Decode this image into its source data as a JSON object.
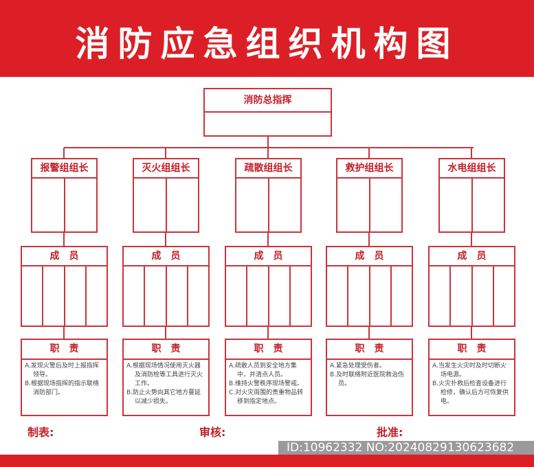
{
  "title": "消防应急组织机构图",
  "commander": "消防总指挥",
  "members_label": "成　员",
  "duty_label": "职　责",
  "groups": [
    {
      "leader": "报警组组长",
      "duties": [
        "A.发现火警后及时上报指挥领导。",
        "B.根据现场指挥的指示联络消防部门。"
      ]
    },
    {
      "leader": "灭火组组长",
      "duties": [
        "A.根据现场情况使用灭火器及消防栓等工具进行灭火工作。",
        "B.防止火势向其它地方蔓延以减少损失。"
      ]
    },
    {
      "leader": "疏散组组长",
      "duties": [
        "A.疏散人员到安全地方集中，并清点人员。",
        "B.维持火警秩序现场警戒。",
        "C.对火灾周围的贵重物品转移到指定地点。"
      ]
    },
    {
      "leader": "救护组组长",
      "duties": [
        "A.紧急处理受伤者。",
        "B.及时联络附近医院救治伤员。"
      ]
    },
    {
      "leader": "水电组组长",
      "duties": [
        "A.当发生火灾时及时切断火场电源。",
        "B.火灾扑救后检查设备进行检修，确认后方可恢复供电。"
      ]
    }
  ],
  "footer": {
    "made": "制表:",
    "review": "审核:",
    "approve": "批准:"
  },
  "watermark_id": "ID:10962332 NO:20240829130623682"
}
